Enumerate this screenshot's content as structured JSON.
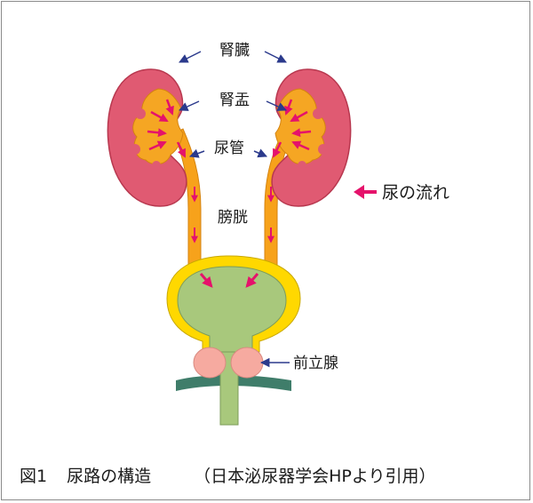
{
  "labels": {
    "kidney": "腎臓",
    "renal_pelvis": "腎盂",
    "ureter": "尿管",
    "bladder": "膀胱",
    "prostate": "前立腺",
    "urine_flow": "尿の流れ"
  },
  "caption": {
    "figure_number": "図1",
    "title": "尿路の構造",
    "source": "（日本泌尿器学会HPより引用）"
  },
  "colors": {
    "kidney": "#e05a72",
    "pelvis": "#f5a623",
    "ureter": "#f7a21b",
    "bladder_rim": "#ffd800",
    "bladder": "#a8c87c",
    "prostate": "#f6aaa0",
    "urethra": "#a8c87c",
    "floor": "#3f7d6a",
    "flow_arrow": "#e5126b",
    "pointer_arrow": "#2b3a8c"
  }
}
